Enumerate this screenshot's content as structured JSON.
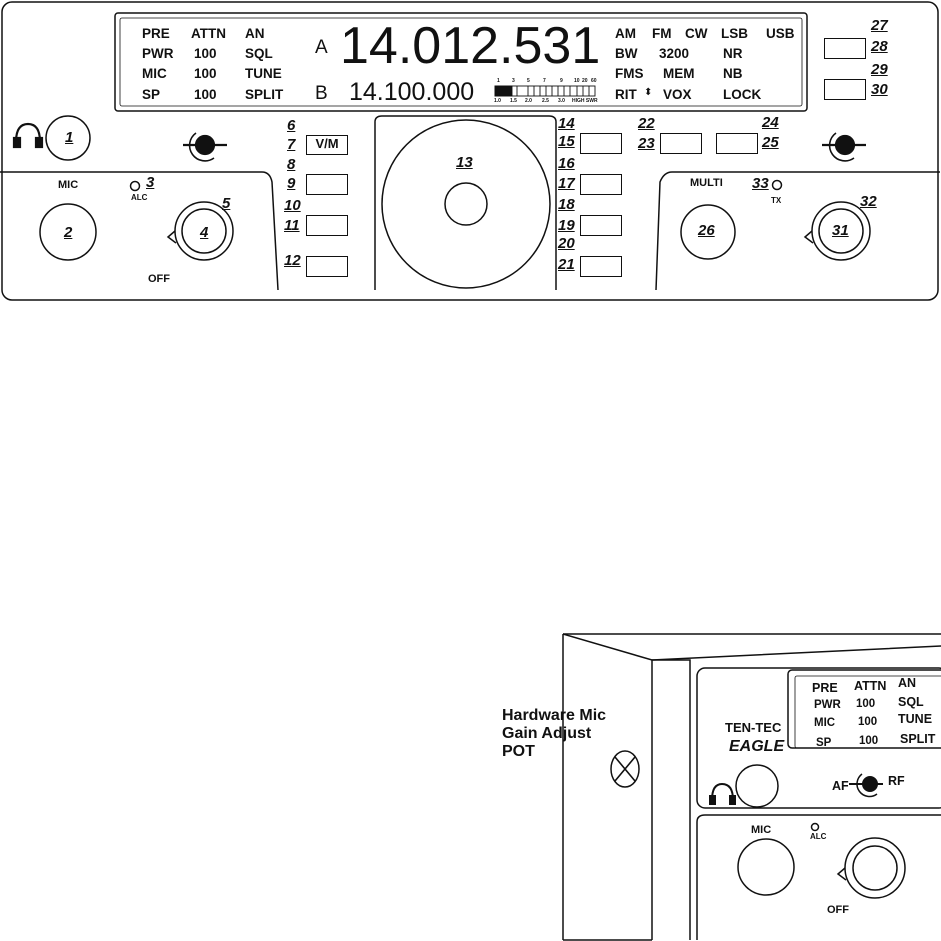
{
  "panel": {
    "display": {
      "left_fields": [
        {
          "name": "PRE",
          "value": "ATTN",
          "extra": "AN"
        },
        {
          "name": "PWR",
          "value": "100",
          "extra": "SQL"
        },
        {
          "name": "MIC",
          "value": "100",
          "extra": "TUNE"
        },
        {
          "name": "SP",
          "value": "100",
          "extra": "SPLIT"
        }
      ],
      "vfo_a_label": "A",
      "vfo_b_label": "B",
      "freq_a": "14.012.531",
      "freq_b": "14.100.000",
      "meter_scale_top": [
        "1",
        "3",
        "5",
        "7",
        "9",
        "10",
        "20",
        "60"
      ],
      "meter_scale_bottom": [
        "1.0",
        "1.5",
        "2.0",
        "2.5",
        "3.0",
        "HIGH SWR"
      ],
      "right_rows": [
        [
          "AM",
          "FM",
          "CW",
          "LSB",
          "USB"
        ],
        [
          "BW",
          "3200",
          "NR"
        ],
        [
          "FMS",
          "MEM",
          "NB"
        ],
        [
          "RIT",
          "VOX",
          "LOCK"
        ]
      ],
      "rit_arrow": "⬍"
    },
    "callouts": [
      "1",
      "2",
      "3",
      "4",
      "5",
      "6",
      "7",
      "8",
      "9",
      "10",
      "11",
      "12",
      "13",
      "14",
      "15",
      "16",
      "17",
      "18",
      "19",
      "20",
      "21",
      "22",
      "23",
      "24",
      "25",
      "26",
      "27",
      "28",
      "29",
      "30",
      "31",
      "32",
      "33"
    ],
    "labels": {
      "vm_button": "V/M",
      "mic": "MIC",
      "alc": "ALC",
      "off": "OFF",
      "multi": "MULTI",
      "tx": "TX"
    }
  },
  "photo": {
    "callout_lines": [
      "Hardware Mic",
      "Gain Adjust",
      "POT"
    ],
    "fields": [
      {
        "name": "PRE",
        "value": "ATTN",
        "extra": "AN"
      },
      {
        "name": "PWR",
        "value": "100",
        "extra": "SQL"
      },
      {
        "name": "MIC",
        "value": "100",
        "extra": "TUNE"
      },
      {
        "name": "SP",
        "value": "100",
        "extra": "SPLIT"
      }
    ],
    "brand_top": "TEN-TEC",
    "brand_bottom": "EAGLE",
    "af_label": "AF",
    "rf_label": "RF",
    "mic": "MIC",
    "alc": "ALC",
    "off": "OFF"
  },
  "colors": {
    "line": "#111111",
    "background": "#ffffff"
  }
}
